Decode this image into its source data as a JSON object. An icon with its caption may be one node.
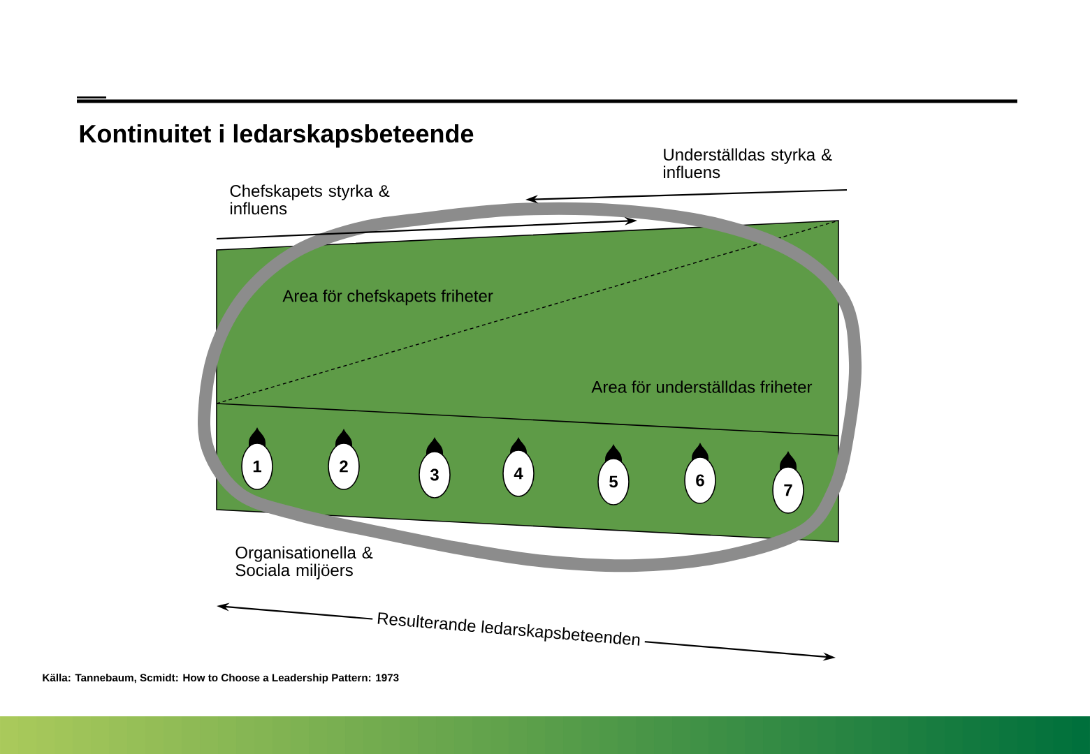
{
  "diagram": {
    "title": "Kontinuitet i ledarskapsbeteende",
    "nodes": [
      {
        "text": [
          "Area för chefskapets friheter",
          "Area för underställdas friheter"
        ]
      },
      {
        "text": [
          "1"
        ],
        "in": 0
      },
      {
        "text": [
          "2"
        ],
        "in": 0
      },
      {
        "text": [
          "3"
        ],
        "in": 0
      },
      {
        "text": [
          "4"
        ],
        "in": 0
      },
      {
        "text": [
          "5"
        ],
        "in": 0
      },
      {
        "text": [
          "6"
        ],
        "in": 0
      },
      {
        "text": [
          "7"
        ],
        "in": 0
      }
    ],
    "labels": [
      "Underställdas styrka & influens",
      "Chefskapets styrka & influens",
      "Organisationella & Sociala miljöers",
      "Resulterande ledarskapsbeteenden",
      "Källa: Tannebaum, Scmidt: How to Choose a Leadership Pattern: 1973"
    ]
  }
}
